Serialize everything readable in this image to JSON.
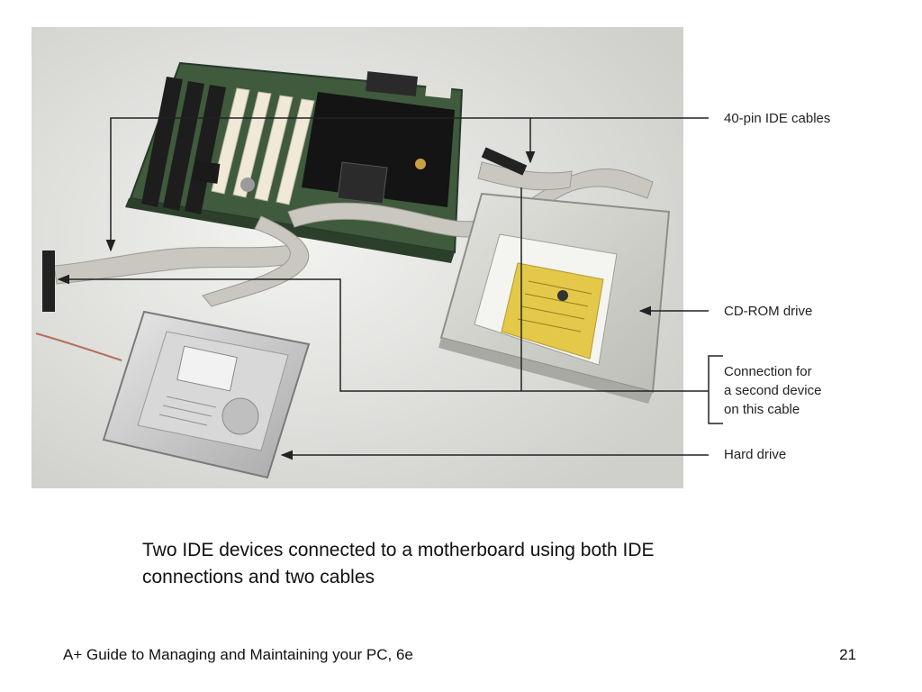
{
  "figure": {
    "callouts": {
      "ide_cables": "40-pin IDE cables",
      "cdrom": "CD-ROM drive",
      "second_device_line1": "Connection for",
      "second_device_line2": "a second device",
      "second_device_line3": "on this cable",
      "hard_drive": "Hard drive"
    }
  },
  "caption": {
    "line1": "Two IDE devices connected to a motherboard using both IDE",
    "line2": "connections and two cables"
  },
  "footer": {
    "title": "A+ Guide to Managing and Maintaining your PC, 6e",
    "page_number": "21"
  },
  "colors": {
    "photo_background": "#e6e6e4",
    "board_green": "#3f5a3c",
    "cable_gray": "#c9c7c0",
    "slot_cream": "#efe9d6",
    "drive_silver": "#d4d4d4",
    "label_yellow": "#e4c84a",
    "leader_line": "#222222"
  }
}
